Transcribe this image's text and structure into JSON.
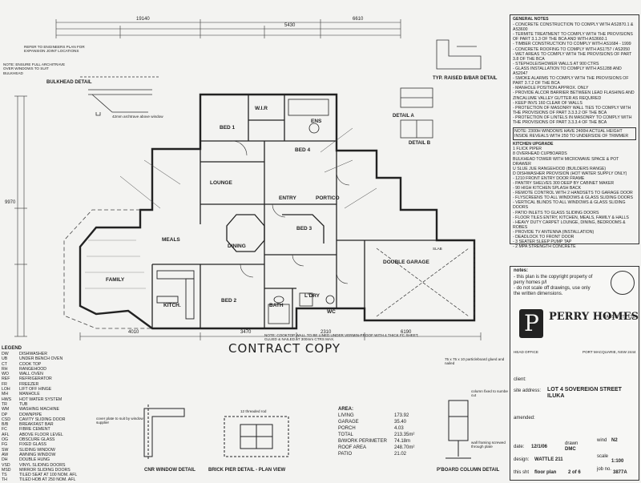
{
  "title_block": {
    "company": "PERRY HOMES",
    "company_sub": "(AUST) PTY LTD",
    "stamp": "CONTRACT COPY",
    "copyright_heading": "notes:",
    "copyright_lines": [
      "- this plan is the copyright property of",
      "perry homes p/l",
      "- do not scale off drawings, use only",
      "the written dimensions."
    ],
    "client_label": "client:",
    "site_address_label": "site address:",
    "site_address": "LOT 4 SOVEREIGN STREET",
    "site_suburb": "ILUKA",
    "amended_label": "amended:",
    "date_label": "date:",
    "date_value": "12/1/06",
    "drawn_label": "drawn",
    "drawn_value": "DMC",
    "wind_label": "wind",
    "wind_value": "N2",
    "design_label": "design:",
    "design_value": "WATTLE 211",
    "scale_label": "scale",
    "scale_value": "1:100",
    "sheet_label": "this sht",
    "sheet_value": "floor plan",
    "sheet_count": "2 of 6",
    "job_label": "job no.",
    "job_value": "3877A",
    "head_office_label": "HEAD OFFICE",
    "port_office": "PORT MACQUARIE, NSW 2444"
  },
  "labels": {
    "bulkhead_detail": "BULKHEAD DETAIL",
    "typ_raised_bar": "TYP. RAISED B/BAR DETAIL",
    "detail_a": "DETAIL A",
    "detail_b": "DETAIL B",
    "cnr_window_detail": "CNR WINDOW DETAIL",
    "brick_pier_detail": "BRICK PIER DETAIL - PLAN VIEW",
    "pboard_column_detail": "P'BOARD COLUMN DETAIL",
    "legend_heading": "LEGEND",
    "kitchen_upgrade": "KITCHEN UPGRADE",
    "general_notes": "GENERAL NOTES"
  },
  "rooms": {
    "bed1": "BED 1",
    "wir": "W.I.R",
    "ens": "ENS",
    "bed4": "BED 4",
    "lounge": "LOUNGE",
    "entry": "ENTRY",
    "portico": "PORTICO",
    "meals": "MEALS",
    "dining": "DINING",
    "bed3": "BED 3",
    "family": "FAMILY",
    "kitch": "KITCH.",
    "bed2": "BED 2",
    "bath": "BATH",
    "ldry": "L'DRY",
    "wc": "WC",
    "double_garage": "DOUBLE GARAGE"
  },
  "general_notes": [
    "- CONCRETE CONSTRUCTION TO COMPLY WITH AS2870.1 & AS3600",
    "- TERMITE TREATMENT TO COMPLY WITH THE PROVISIONS OF PART 3.1.3 OF THE BCA AND WITH AS3660.1",
    "- TIMBER CONSTRUCTION TO COMPLY WITH AS1684 - 1999",
    "- CONCRETE ROOFING TO COMPLY WITH AS1757 / AS2050",
    "- WET AREAS TO COMPLY WITH THE PROVISIONS OF PART 3.8 OF THE BCA",
    "- STEPHOLE/SHOWER WALLS AT 900 CTRS",
    "- GLASS INSTALLATION TO COMPLY WITH AS1288 AND AS2047",
    "- SMOKE ALARMS TO COMPLY WITH THE PROVISIONS OF PART 3.7.2 OF THE BCA",
    "- MANHOLE POSITION APPROX. ONLY",
    "- PROVIDE ALCOR BARRIER BETWEEN LEAD FLASHING AND ZINCALUME VALLEY GUTTER AS REQUIRED",
    "- KEEP INVS 160 CLEAR OF WALLS",
    "- PROTECTION OF MASONRY WALL TIES TO COMPLY WITH THE PROVISIONS OF PART 3.3.3.2 OF THE BCA",
    "- PROTECTION OF LINTELS IN MASONRY TO COMPLY WITH THE PROVISIONS OF PART 3.3.3.4 OF THE BCA"
  ],
  "reveal_note": "NOTE: 2300H WINDOWS HAVE 2400H ACTUAL HEIGHT INSIDE REVEALS WITH 250 TO UNDERSIDE OF TRIMMER",
  "kitchen_upgrade_items": [
    "1 FLICK PIPER",
    "8 OVERHEAD CUPBOARDS",
    "BULKHEAD TOWER WITH MICROWAVE SPACE & POT DRAWER",
    "U SLUE JUE RANGEHOOD (BUILDERS RANGE)",
    "D DISHWASHER PROVISION (HOT WATER SUPPLY ONLY)",
    "- 1210 FRONT ENTRY DOOR FRAME",
    "- PANTRY SHELVES 300 DEEP BY CABINET MAKER",
    "- 90 HIGH KITCHEN SPLASH BACK",
    "- REMOTE CONTROL WITH 2 HANDSETS TO GARAGE DOOR",
    "- FLYSCREENS TO ALL WINDOWS & GLASS SLIDING DOORS",
    "- VERTICAL BLINDS TO ALL WINDOWS & GLASS SLIDING DOORS",
    "- PATIO INLETS TO GLASS SLIDING DOORS",
    "- FLOOR TILES ENTRY, KITCHEN, MEALS, FAMILY & HALLS",
    "- HEAVY DUTY CARPET LOUNGE, DINING, BEDROOMS & ROBES",
    "- PROVIDE TV ANTENNA (INSTALLATION)",
    "- DEADLOCK TO FRONT DOOR",
    "- 3 SEATER SLEEP PUMP TAP",
    "- 2 MPA STRENGTH CONCRETE"
  ],
  "legend": [
    [
      "DW",
      "DISHWASHER"
    ],
    [
      "UB",
      "UNDER BENCH OVEN"
    ],
    [
      "CT",
      "COOK TOP"
    ],
    [
      "RH",
      "RANGEHOOD"
    ],
    [
      "WO",
      "WALL OVEN"
    ],
    [
      "REF",
      "REFRIGERATOR"
    ],
    [
      "FR",
      "FREEZER"
    ],
    [
      "LOH",
      "LIFT OFF HINGE"
    ],
    [
      "MH",
      "MANHOLE"
    ],
    [
      "HWS",
      "HOT WATER SYSTEM"
    ],
    [
      "TR",
      "TUB"
    ],
    [
      "WM",
      "WASHING MACHINE"
    ],
    [
      "DP",
      "DOWNPIPE"
    ],
    [
      "CSD",
      "CAVITY SLIDING DOOR"
    ],
    [
      "B/B",
      "BREAKFAST BAR"
    ],
    [
      "FC",
      "FIBRE CEMENT"
    ],
    [
      "AFL",
      "ABOVE FLOOR LEVEL"
    ],
    [
      "OG",
      "OBSCURE GLASS"
    ],
    [
      "FG",
      "FIXED GLASS"
    ],
    [
      "SW",
      "SLIDING WINDOW"
    ],
    [
      "AW",
      "AWNING WINDOW"
    ],
    [
      "DH",
      "DOUBLE HUNG"
    ],
    [
      "VSD",
      "VINYL SLIDING DOORS"
    ],
    [
      "MSD",
      "MIRROR SLIDING DOORS"
    ],
    [
      "TS",
      "TILED SEAT AT 100 NOM. AFL"
    ],
    [
      "TH",
      "TILED HOB AT 250 NOM. AFL"
    ]
  ],
  "areas": {
    "heading": "AREA:",
    "rows": [
      [
        "LIVING",
        "173.92"
      ],
      [
        "GARAGE",
        "35.40"
      ],
      [
        "PORCH",
        "4.03"
      ],
      [
        "TOTAL",
        "213.35m²"
      ],
      [
        "B/WORK PERIMETER",
        "74.18m"
      ],
      [
        "ROOF AREA",
        "248.70m²"
      ],
      [
        "PATIO",
        "21.02"
      ]
    ]
  },
  "dimensions": {
    "overall_width": "19140",
    "top_mid": "5430",
    "top_right": "6610",
    "left_height": "9970",
    "garage_width": "6190",
    "bottom_a": "4010",
    "bottom_b": "3470",
    "bottom_c": "2310"
  },
  "annotations": {
    "bulkhead_note": "NOTE: ENSURE FULL ARCHITRAVE OVER WINDOWS TO SUIT BULKHEAD",
    "engineer_note": "REFER TO ENGINEERS PLAN FOR EXPANSION JOINT LOCATIONS",
    "cornice_note": "42mm archtrave above window",
    "pboard_note": "75 x 75 x 10 particleboard glued and nailed",
    "cooktop_note": "NOTE: COOKTOP WALL TO BE LINED UNDER VERMIN-PROOF WITH 4 THICK FC SHEET, GLUED & NAILED AT 300mm CTRS MAX.",
    "cnr_note": "cover plate to suit by window supplier",
    "column_note": "column fixed to sumbe cut",
    "framing_note": "wall framing screwed through plate",
    "threaded_rod": "12 threaded rod",
    "slab": "SLAB"
  }
}
